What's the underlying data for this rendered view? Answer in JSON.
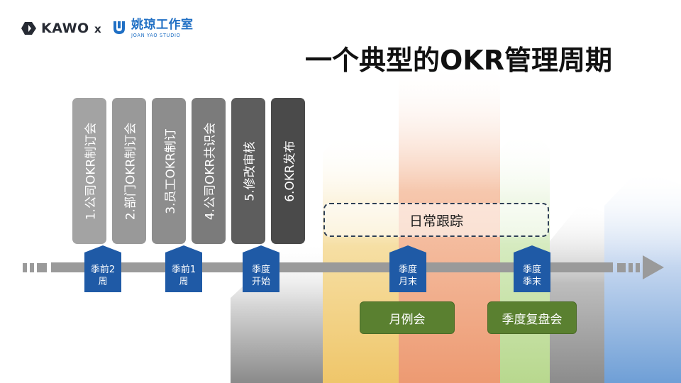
{
  "header": {
    "brand_kawo": "KAWO",
    "separator": "x",
    "studio_cn": "姚琼工作室",
    "studio_en": "JOAN YAO STUDIO",
    "title": "一个典型的OKR管理周期"
  },
  "steps": [
    {
      "label": "1.公司OKR制订会",
      "color": "#a3a3a3"
    },
    {
      "label": "2.部门OKR制订会",
      "color": "#999999"
    },
    {
      "label": "3.员工OKR制订",
      "color": "#8d8d8d"
    },
    {
      "label": "4.公司OKR共识会",
      "color": "#7b7b7b"
    },
    {
      "label": "5.修改审核",
      "color": "#5d5d5d"
    },
    {
      "label": "6.OKR发布",
      "color": "#4a4a4a"
    }
  ],
  "daily_tracking": "日常跟踪",
  "milestones": [
    {
      "label": "季前2\n周"
    },
    {
      "label": "季前1\n周"
    },
    {
      "label": "季度\n开始"
    },
    {
      "label": "季度\n月末"
    },
    {
      "label": "季度\n季末"
    }
  ],
  "meetings": [
    {
      "label": "月例会"
    },
    {
      "label": "季度复盘会"
    }
  ],
  "colors": {
    "milestone_blue": "#1f5aa6",
    "meeting_green": "#5a8030",
    "timeline_gray": "#9a9a9a"
  }
}
